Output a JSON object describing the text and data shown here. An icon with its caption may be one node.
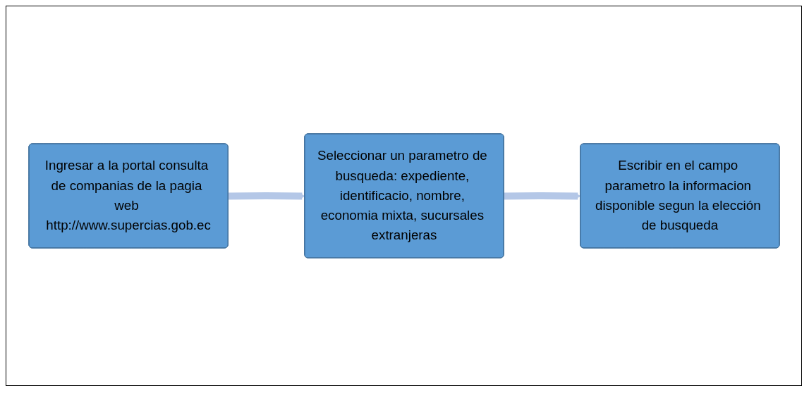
{
  "diagram": {
    "nodes": [
      {
        "text": [
          "Ingresar a la portal consulta de companias de la pagia web http://www.supercias.gob.ec"
        ]
      },
      {
        "text": [
          "Seleccionar un parametro de busqueda: expediente, identificacio, nombre, economia mixta, sucursales extranjeras"
        ]
      },
      {
        "text": [
          "Escribir en el campo parametro la informacion disponible segun la elección de busqueda"
        ]
      }
    ],
    "edges": [
      {
        "from": 0,
        "to": 1,
        "arrow": "to"
      },
      {
        "from": 1,
        "to": 2,
        "arrow": "to"
      }
    ]
  }
}
